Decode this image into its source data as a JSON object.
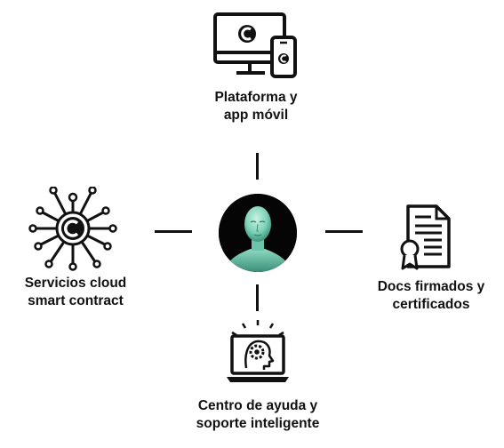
{
  "nodes": {
    "top": {
      "label_line1": "Plataforma y",
      "label_line2": "app móvil",
      "icon": "monitor-phone-icon"
    },
    "left": {
      "label_line1": "Servicios cloud",
      "label_line2": "smart contract",
      "icon": "circuit-chip-icon"
    },
    "right": {
      "label_line1": "Docs firmados y",
      "label_line2": "certificados",
      "icon": "certificate-document-icon"
    },
    "bottom": {
      "label_line1": "Centro de ayuda y",
      "label_line2": "soporte inteligente",
      "icon": "laptop-ai-head-icon"
    }
  },
  "center": {
    "icon": "ai-avatar-icon"
  },
  "colors": {
    "ink": "#111111",
    "avatar_bg": "#050505",
    "avatar_face": "#7fd3b8"
  }
}
